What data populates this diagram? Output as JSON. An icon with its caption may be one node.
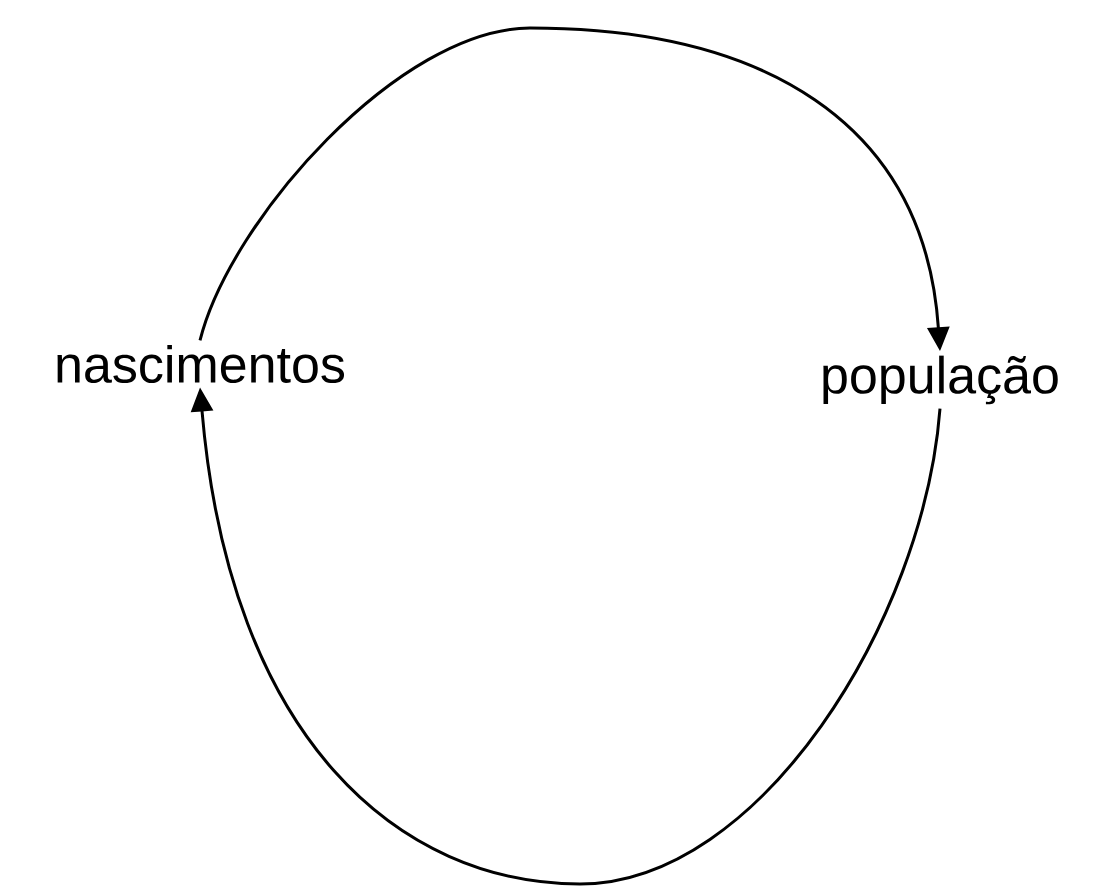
{
  "diagram": {
    "nodes": [
      {
        "text": [
          "nascimentos"
        ]
      },
      {
        "text": [
          "população"
        ]
      }
    ],
    "edges": [
      {
        "from": 0,
        "to": 1,
        "arrow": "to"
      },
      {
        "from": 1,
        "to": 0,
        "arrow": "to"
      }
    ]
  }
}
